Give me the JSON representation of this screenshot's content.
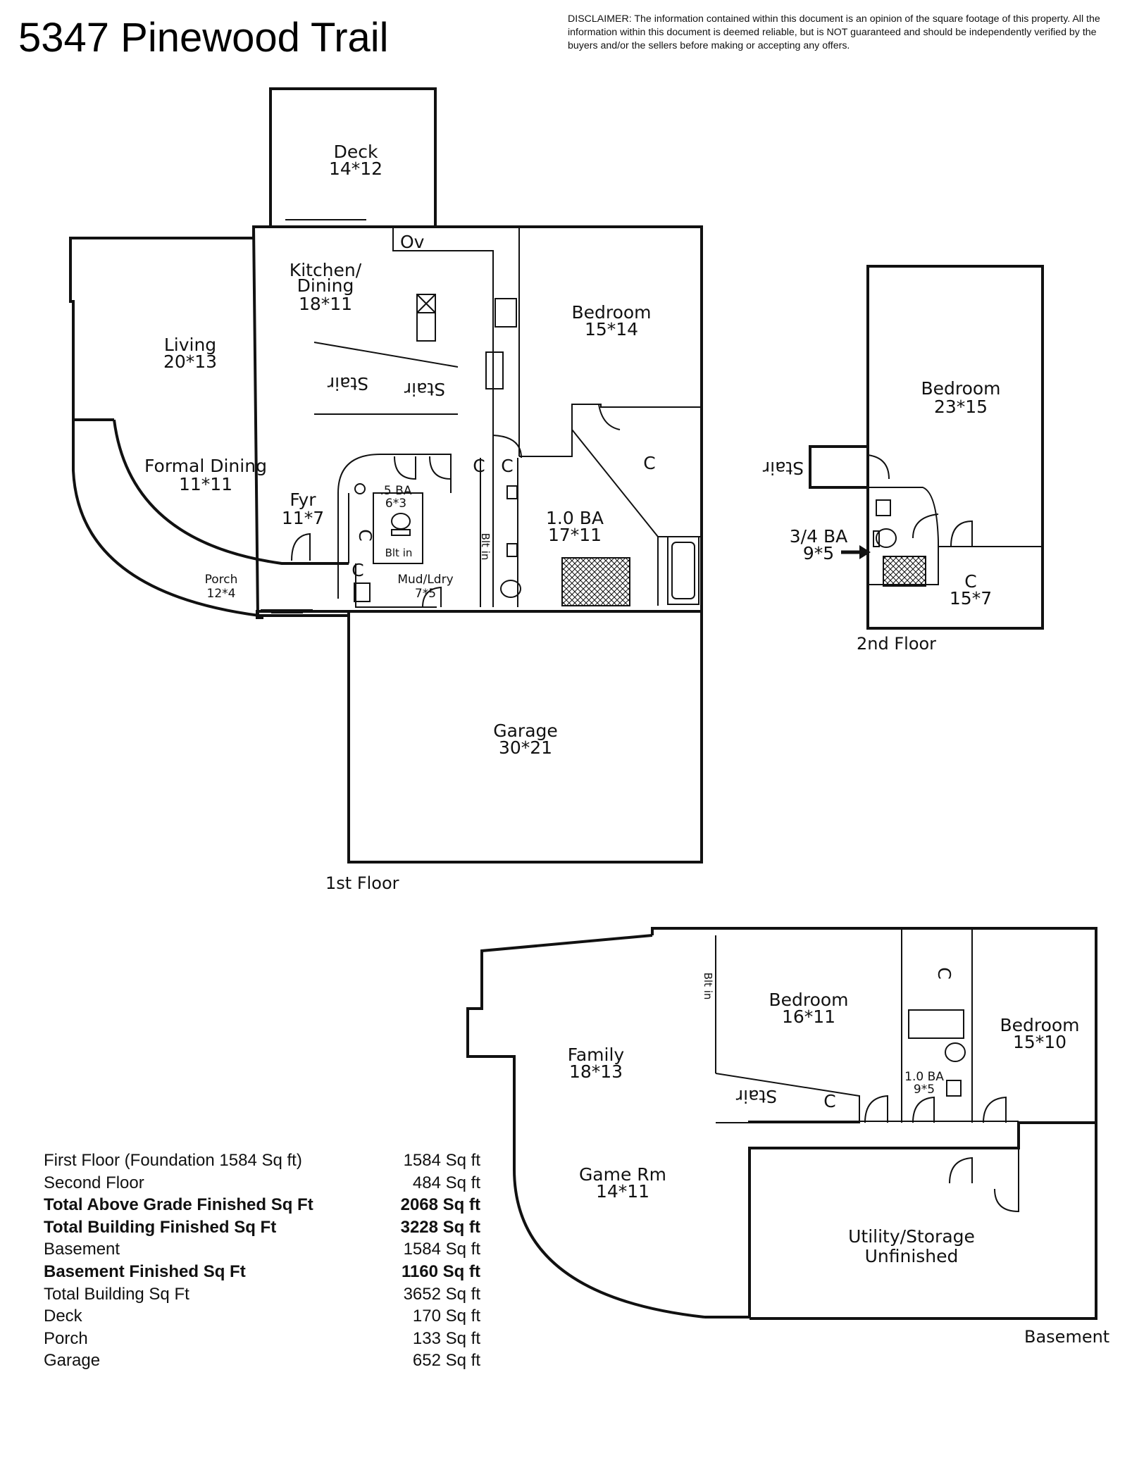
{
  "header": {
    "title": "5347 Pinewood Trail",
    "disclaimer": "DISCLAIMER: The information contained within this document is an opinion of the square footage of this property. All the information within this document is deemed reliable, but is NOT guaranteed and should be independently verified by the buyers and/or the sellers before making or accepting any offers."
  },
  "first_floor": {
    "label": "1st Floor",
    "rooms": {
      "deck": {
        "name": "Deck",
        "dim": "14*12"
      },
      "kitchen": {
        "name1": "Kitchen/",
        "name2": "Dining",
        "dim": "18*11"
      },
      "oven": "Ov",
      "living": {
        "name": "Living",
        "dim": "20*13"
      },
      "bedroom": {
        "name": "Bedroom",
        "dim": "15*14"
      },
      "stair": "Stair",
      "formal_dining": {
        "name": "Formal Dining",
        "dim": "11*11"
      },
      "foyer": {
        "name": "Fyr",
        "dim": "11*7"
      },
      "half_bath": {
        "name": ".5 BA",
        "dim": "6*3"
      },
      "builtin": "Blt in",
      "closet": "C",
      "full_bath": {
        "name": "1.0 BA",
        "dim": "17*11"
      },
      "porch": {
        "name": "Porch",
        "dim": "12*4"
      },
      "mud": {
        "name": "Mud/Ldry",
        "dim": "7*5"
      },
      "garage": {
        "name": "Garage",
        "dim": "30*21"
      }
    }
  },
  "second_floor": {
    "label": "2nd Floor",
    "rooms": {
      "bedroom": {
        "name": "Bedroom",
        "dim": "23*15"
      },
      "stair": "Stair",
      "bath": {
        "name": "3/4 BA",
        "dim": "9*5"
      },
      "closet": {
        "name": "C",
        "dim": "15*7"
      }
    }
  },
  "basement": {
    "label": "Basement",
    "rooms": {
      "builtin": "Blt in",
      "bedroom1": {
        "name": "Bedroom",
        "dim": "16*11"
      },
      "closet": "C",
      "bedroom2": {
        "name": "Bedroom",
        "dim": "15*10"
      },
      "family": {
        "name": "Family",
        "dim": "18*13"
      },
      "stair": "Stair",
      "bath": {
        "name": "1.0 BA",
        "dim": "9*5"
      },
      "game": {
        "name": "Game Rm",
        "dim": "14*11"
      },
      "utility": {
        "name1": "Utility/Storage",
        "name2": "Unfinished"
      }
    }
  },
  "square_footage": [
    {
      "label": "First Floor (Foundation 1584 Sq ft)",
      "value": "1584 Sq ft",
      "bold": false
    },
    {
      "label": "Second Floor",
      "value": "484 Sq ft",
      "bold": false
    },
    {
      "label": "Total Above Grade Finished Sq Ft",
      "value": "2068 Sq ft",
      "bold": true
    },
    {
      "label": "Total Building Finished Sq Ft",
      "value": "3228 Sq ft",
      "bold": true
    },
    {
      "label": "Basement",
      "value": "1584 Sq ft",
      "bold": false
    },
    {
      "label": "Basement Finished Sq Ft",
      "value": "1160 Sq ft",
      "bold": true
    },
    {
      "label": "Total Building Sq Ft",
      "value": "3652 Sq ft",
      "bold": false
    },
    {
      "label": "Deck",
      "value": "170 Sq ft",
      "bold": false
    },
    {
      "label": "Porch",
      "value": "133 Sq ft",
      "bold": false
    },
    {
      "label": "Garage",
      "value": "652 Sq ft",
      "bold": false
    }
  ]
}
